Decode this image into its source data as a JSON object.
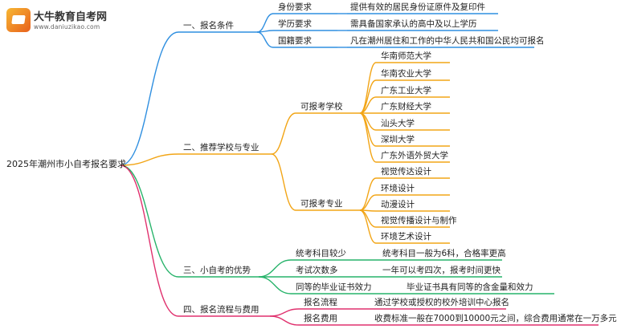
{
  "logo": {
    "name": "大牛教育自考网",
    "url": "www.daniuzikao.com"
  },
  "root": "2025年潮州市小自考报名要求",
  "branches": [
    {
      "label": "一、报名条件",
      "color": "#2f8fe0",
      "children": [
        {
          "label": "身份要求",
          "detail": "提供有效的居民身份证原件及复印件"
        },
        {
          "label": "学历要求",
          "detail": "需具备国家承认的高中及以上学历"
        },
        {
          "label": "国籍要求",
          "detail": "凡在潮州居住和工作的中华人民共和国公民均可报名"
        }
      ]
    },
    {
      "label": "二、推荐学校与专业",
      "color": "#f2a516",
      "children": [
        {
          "label": "可报考学校",
          "items": [
            "华南师范大学",
            "华南农业大学",
            "广东工业大学",
            "广东财经大学",
            "汕头大学",
            "深圳大学",
            "广东外语外贸大学"
          ]
        },
        {
          "label": "可报考专业",
          "items": [
            "视觉传达设计",
            "环境设计",
            "动漫设计",
            "视觉传播设计与制作",
            "环境艺术设计"
          ]
        }
      ]
    },
    {
      "label": "三、小自考的优势",
      "color": "#27b36a",
      "children": [
        {
          "label": "统考科目较少",
          "detail": "统考科目一般为6科，合格率更高"
        },
        {
          "label": "考试次数多",
          "detail": "一年可以考四次，报考时间更快"
        },
        {
          "label": "同等的毕业证书效力",
          "detail": "毕业证书具有同等的含金量和效力"
        }
      ]
    },
    {
      "label": "四、报名流程与费用",
      "color": "#e0316e",
      "children": [
        {
          "label": "报名流程",
          "detail": "通过学校或授权的校外培训中心报名"
        },
        {
          "label": "报名费用",
          "detail": "收费标准一般在7000到10000元之间，综合费用通常在一万多元"
        }
      ]
    }
  ]
}
